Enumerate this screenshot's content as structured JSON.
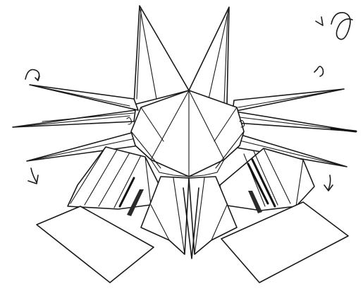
{
  "figure": {
    "kind": "origami-folding-diagram",
    "style": "hand-drawn black ink line art on white",
    "ink_color": "#1a1a1a",
    "paper_color": "#ffffff"
  },
  "symbols": [
    {
      "name": "turn-over-symbol",
      "position": "top-right"
    },
    {
      "name": "curved-arrow-left",
      "position": "upper-left"
    },
    {
      "name": "curved-arrow-right",
      "position": "upper-right"
    },
    {
      "name": "down-arrow-left",
      "position": "lower-left"
    },
    {
      "name": "down-arrow-right",
      "position": "lower-right"
    }
  ]
}
